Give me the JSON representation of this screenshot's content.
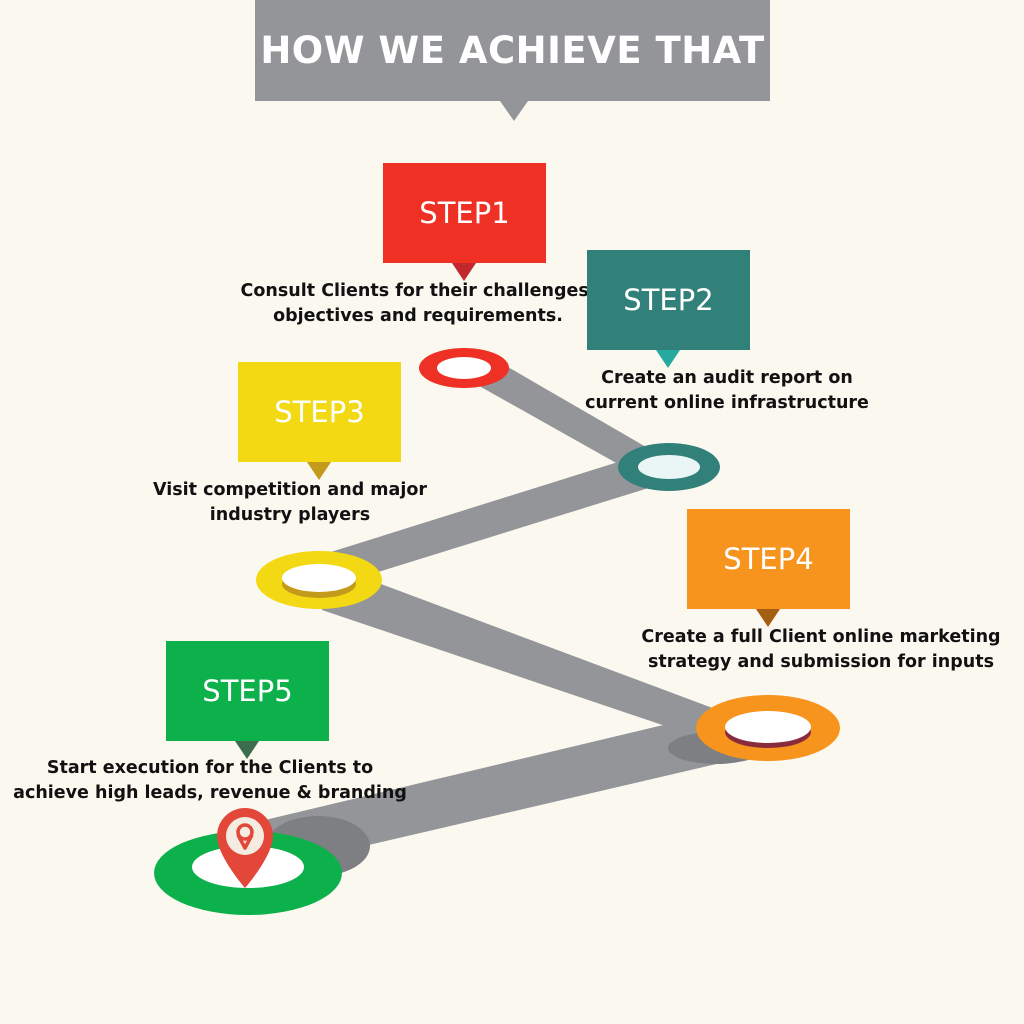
{
  "header": {
    "title": "HOW WE ACHIEVE THAT"
  },
  "colors": {
    "background": "#fbf8f0",
    "banner": "#939598",
    "road": "#939598",
    "step1": "#ee3124",
    "step2": "#31807a",
    "step3": "#f2d914",
    "step4": "#f7941d",
    "step5": "#0db14b"
  },
  "steps": [
    {
      "label": "STEP1",
      "line1": "Consult Clients for their challenges,",
      "line2": "objectives and requirements."
    },
    {
      "label": "STEP2",
      "line1": "Create an audit report on",
      "line2": "current online infrastructure"
    },
    {
      "label": "STEP3",
      "line1": "Visit competition and major",
      "line2": "industry players"
    },
    {
      "label": "STEP4",
      "line1": "Create a full Client online marketing",
      "line2": "strategy and submission for inputs"
    },
    {
      "label": "STEP5",
      "line1": "Start execution for the Clients to",
      "line2": "achieve high leads, revenue & branding"
    }
  ],
  "icons": {
    "pin": "location-pin-icon"
  }
}
